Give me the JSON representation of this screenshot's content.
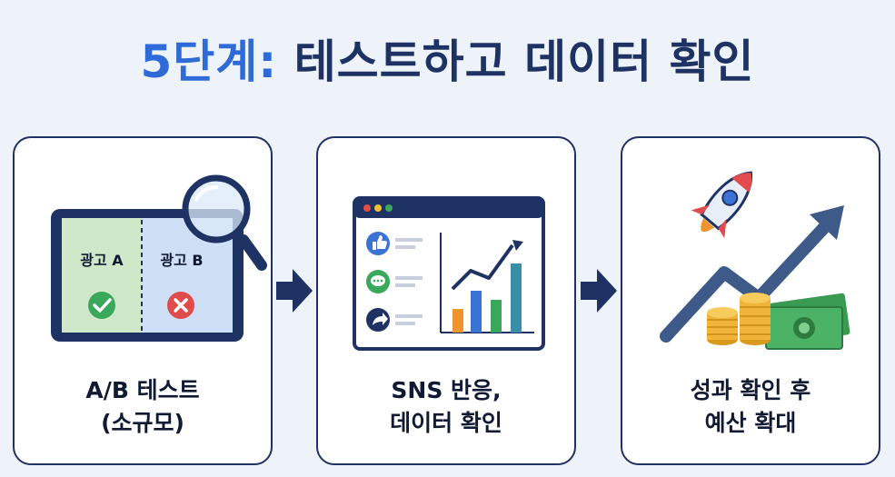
{
  "title": {
    "step": "5단계:",
    "text": "테스트하고 데이터 확인"
  },
  "steps": [
    {
      "ad_a": "광고 A",
      "ad_b": "광고 B",
      "caption_line1": "A/B 테스트",
      "caption_line2": "(소규모)"
    },
    {
      "caption_line1": "SNS 반응,",
      "caption_line2": "데이터 확인"
    },
    {
      "caption_line1": "성과 확인 후",
      "caption_line2": "예산 확대"
    }
  ],
  "colors": {
    "navy": "#1f3264",
    "accent": "#2e6bd8",
    "green": "#3aa85a",
    "red": "#e24b4b",
    "orange": "#f0952e"
  }
}
